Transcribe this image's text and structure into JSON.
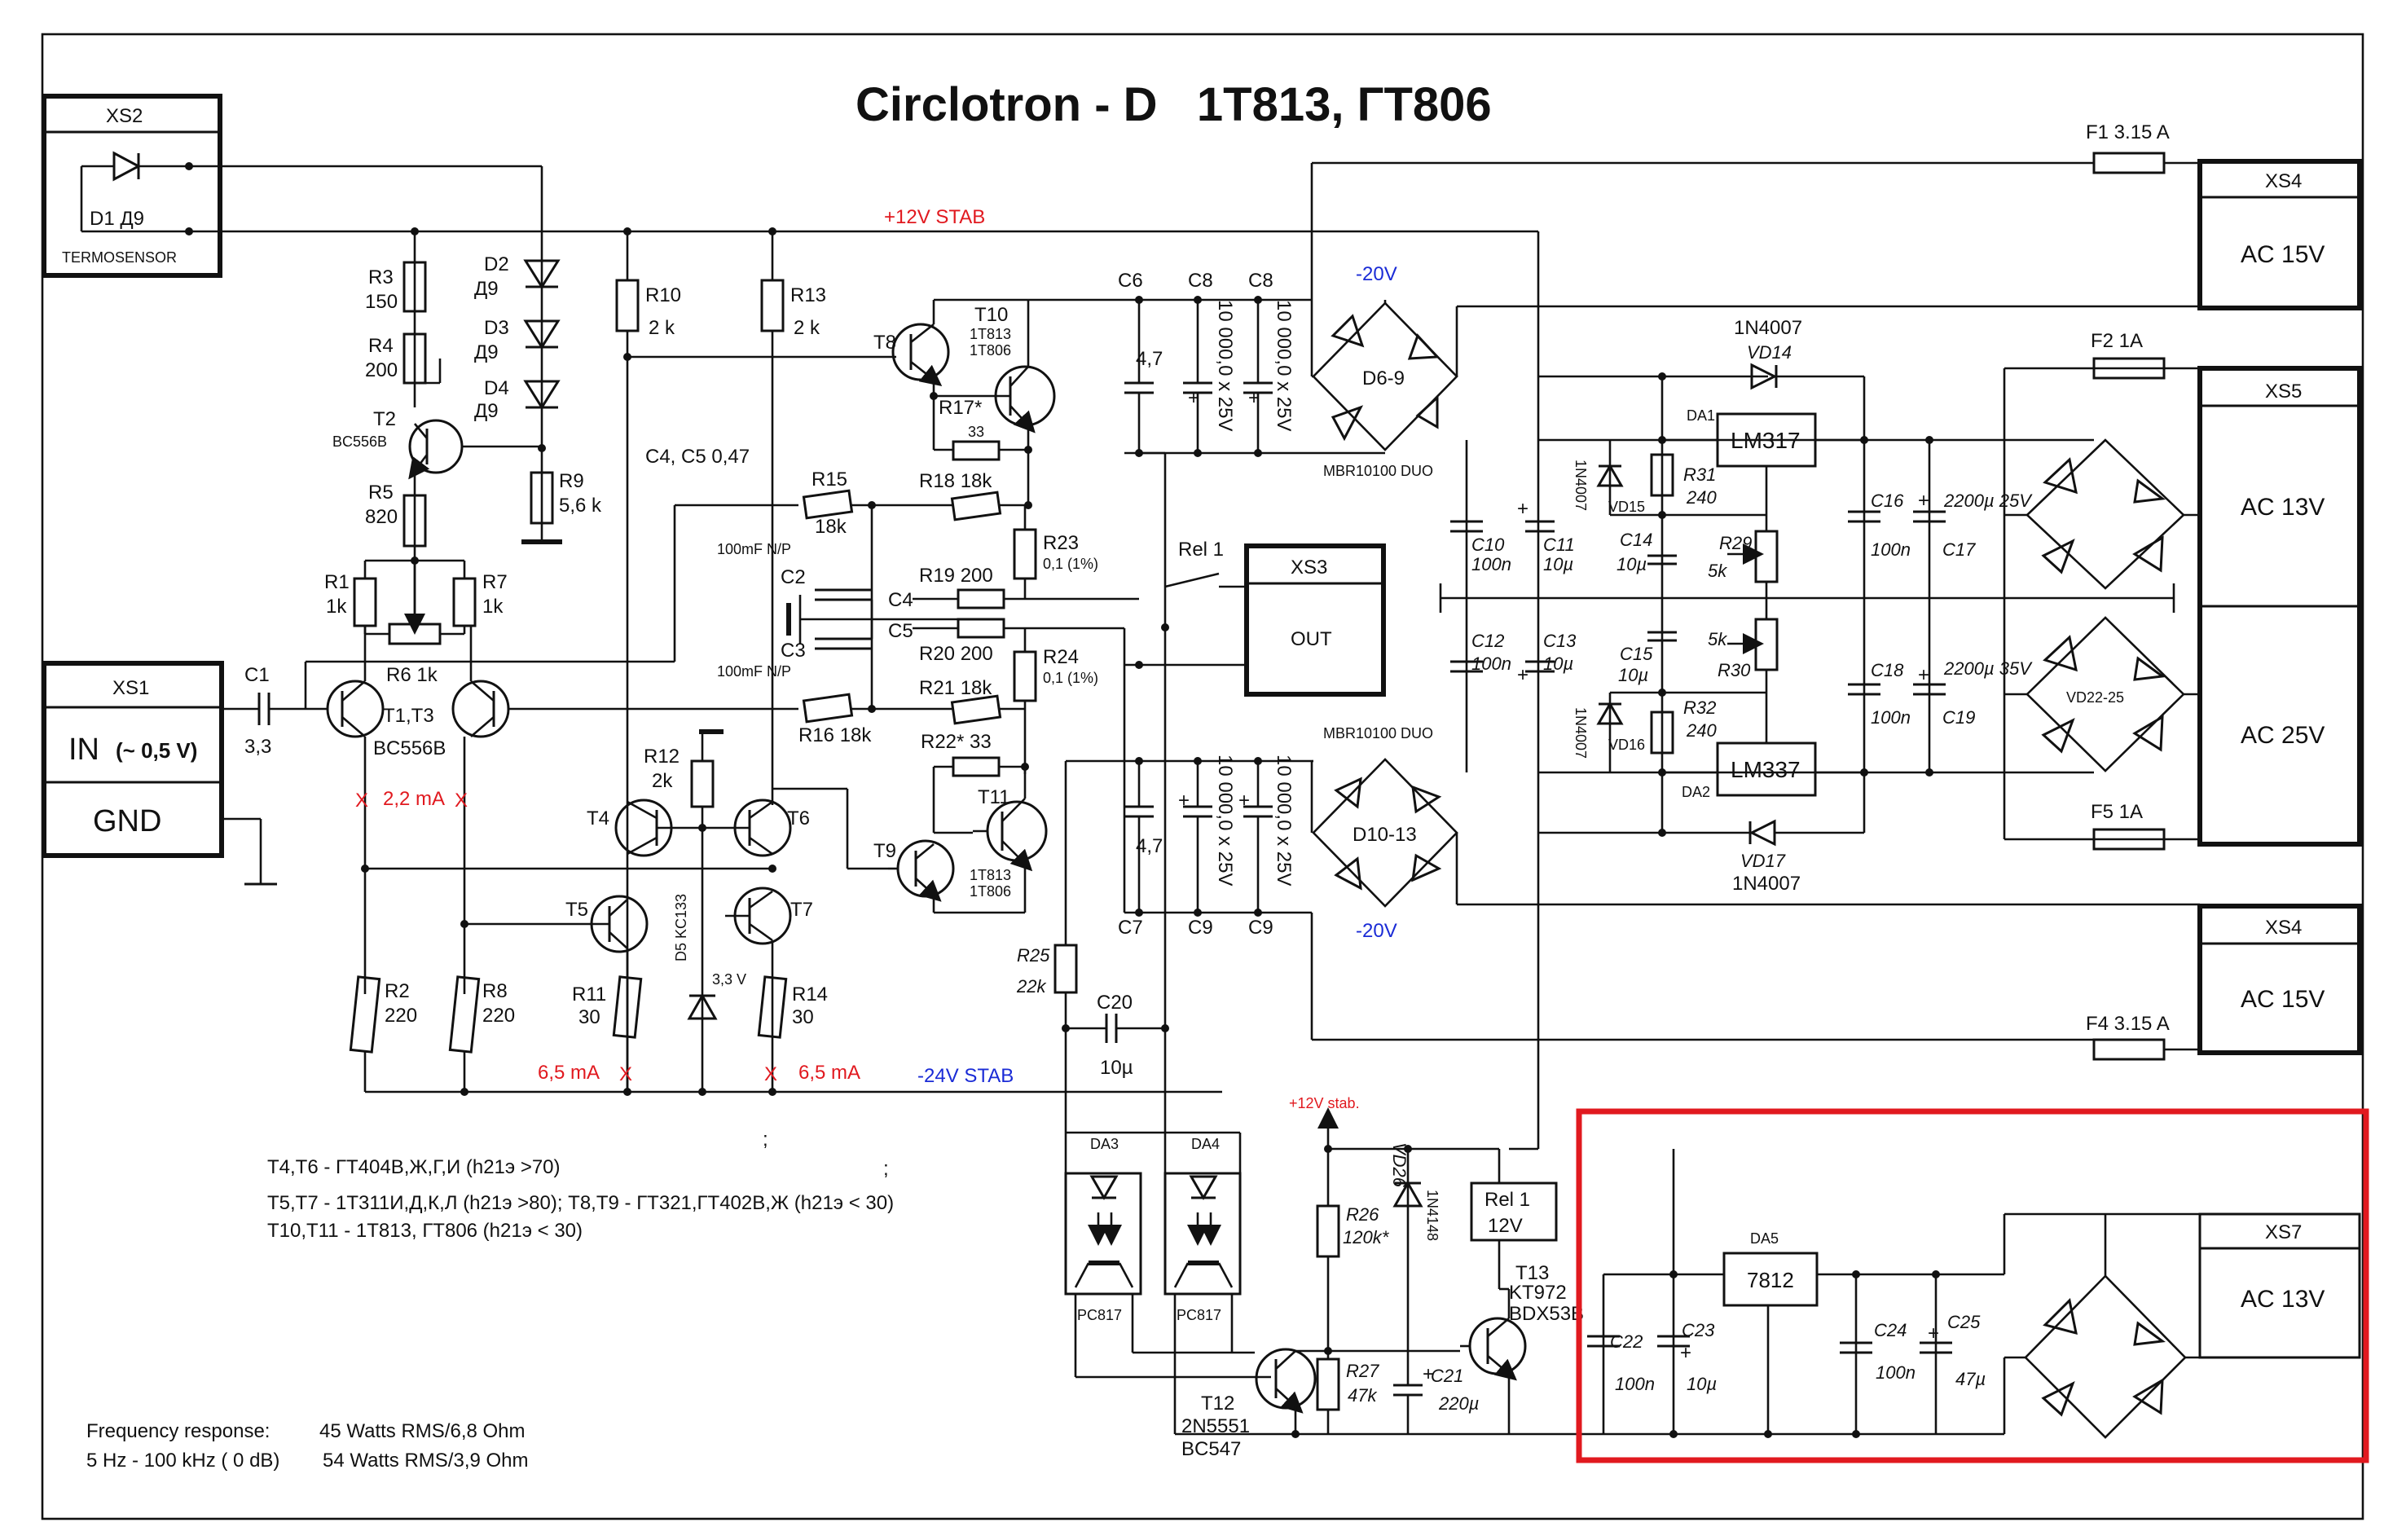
{
  "title": "Circlotron - D   1T813, ГТ806",
  "connectors": {
    "xs2": {
      "name": "XS2",
      "sub": "TERMOSENSOR",
      "d1": "D1  Д9"
    },
    "xs1": {
      "name": "XS1",
      "in": "IN",
      "in_level": "(~ 0,5 V)",
      "gnd": "GND"
    },
    "xs3": {
      "name": "XS3",
      "label": "OUT"
    },
    "xs4a": {
      "name": "XS4",
      "label": "AC 15V"
    },
    "xs5": {
      "name": "XS5",
      "label1": "AC 13V",
      "label2": "AC 25V"
    },
    "xs4b": {
      "name": "XS4",
      "label": "AC 15V"
    },
    "xs7": {
      "name": "XS7",
      "label": "AC 13V"
    }
  },
  "rails": {
    "pos12": "+12V  STAB",
    "neg24": "-24V  STAB",
    "neg20_top": "-20V",
    "neg20_bot": "-20V",
    "pos12_small": "+12V stab."
  },
  "fuses": {
    "f1": "F1  3.15 A",
    "f2": "F2    1A",
    "f5": "F5    1A",
    "f4": "F4  3.15 A"
  },
  "labels": {
    "r3": "R3",
    "r3v": "150",
    "r4": "R4",
    "r4v": "200",
    "t2": "T2",
    "t2m": "BC556B",
    "r5": "R5",
    "r5v": "820",
    "d2": "D2",
    "d2v": "Д9",
    "d3": "D3",
    "d3v": "Д9",
    "d4": "D4",
    "d4v": "Д9",
    "r9": "R9",
    "r9v": "5,6 k",
    "r10": "R10",
    "r10v": "2 k",
    "r13": "R13",
    "r13v": "2 k",
    "r1": "R1",
    "r1v": "1k",
    "r7": "R7",
    "r7v": "1k",
    "r6": "R6  1k",
    "c1": "C1",
    "c1v": "3,3",
    "t1t3": "T1,T3",
    "t1m": "BC556B",
    "ma22": "2,2 mA",
    "c4c5": "C4, C5  0,47",
    "r15": "R15",
    "r15v": "18k",
    "r18": "R18  18k",
    "r16": "R16  18k",
    "r21": "R21  18k",
    "c2": "C2",
    "c3": "C3",
    "c2v": "100mF  N/P",
    "c3v": "100mF  N/P",
    "c4": "C4",
    "c5": "C5",
    "r19": "R19  200",
    "r20": "R20  200",
    "r23": "R23",
    "r23v": "0,1 (1%)",
    "r24": "R24",
    "r24v": "0,1 (1%)",
    "t8": "T8",
    "t10": "T10",
    "t10m1": "1T813",
    "t10m2": "1T806",
    "r17": "R17*",
    "r17v": "33",
    "r22": "R22*  33",
    "t11": "T11",
    "t11m1": "1T813",
    "t11m2": "1T806",
    "t9": "T9",
    "r12": "R12",
    "r12v": "2k",
    "t4": "T4",
    "t6": "T6",
    "t5": "T5",
    "t7": "T7",
    "d5": "D5  KC133",
    "d5v": "3,3 V",
    "r2": "R2",
    "r2v": "220",
    "r8": "R8",
    "r8v": "220",
    "r11": "R11",
    "r11v": "30",
    "r14": "R14",
    "r14v": "30",
    "ma65a": "6,5 mA",
    "ma65b": "6,5 mA",
    "r25": "R25",
    "r25v": "22k",
    "c20": "C20",
    "c20v": "10µ",
    "c6": "C6",
    "c6v": "4,7",
    "c8a": "C8",
    "c8b": "C8",
    "c7": "C7",
    "c7v": "4,7",
    "c9a": "C9",
    "c9b": "C9",
    "cap10000": "10 000,0 x 25V",
    "d69": "D6-9",
    "d1013": "D10-13",
    "mbr": "MBR10100 DUO",
    "rel1": "Rel 1",
    "vd14": "VD14",
    "vd14m": "1N4007",
    "vd17": "VD17",
    "vd17m": "1N4007",
    "da1": "DA1",
    "lm317": "LM317",
    "da2": "DA2",
    "lm337": "LM337",
    "vd15": "VD15",
    "vd16": "VD16",
    "n4007": "1N4007",
    "r31": "R31",
    "r31v": "240",
    "r32": "R32",
    "r32v": "240",
    "c10": "C10",
    "c10v": "100n",
    "c11": "C11",
    "c11v": "10µ",
    "c12": "C12",
    "c12v": "100n",
    "c13": "C13",
    "c13v": "10µ",
    "c14": "C14",
    "c14v": "10µ",
    "c15": "C15",
    "c15v": "10µ",
    "r29": "R29",
    "r30": "R30",
    "r5k": "5k",
    "c16": "C16",
    "c16v": "100n",
    "c17": "C17",
    "c17v": "2200µ 25V",
    "c18": "C18",
    "c18v": "100n",
    "c19": "C19",
    "c19v": "2200µ 35V",
    "vd2225": "VD22-25",
    "da3": "DA3",
    "da4": "DA4",
    "pc817": "PC817",
    "t12": "T12",
    "t12m1": "2N5551",
    "t12m2": "BC547",
    "r26": "R26",
    "r26v": "120k*",
    "r27": "R27",
    "r27v": "47k",
    "vd26": "VD26",
    "vd26m": "1N4148",
    "c21": "C21",
    "c21v": "220µ",
    "rel1v": "12V",
    "t13": "T13",
    "t13m1": "KT972",
    "t13m2": "BDX53B",
    "da5": "DA5",
    "r7812": "7812",
    "c22": "C22",
    "c22v": "100n",
    "c23": "C23",
    "c23v": "10µ",
    "c24": "C24",
    "c24v": "100n",
    "c25": "C25",
    "c25v": "47µ"
  },
  "notes": {
    "line1": "T4,T6 - ГТ404В,Ж,Г,И  (h21э >70)",
    "line2": "T5,T7 - 1T311И,Д,К,Л (h21э >80);  T8,T9 - ГТ321,ГТ402В,Ж  (h21э  < 30)",
    "line3": "T10,T11 - 1T813, ГТ806 (h21э  < 30)",
    "semi1": ";",
    "semi2": ";",
    "freq1": "Frequency response:",
    "freq2": "5 Hz - 100 kHz ( 0 dB)",
    "pow1": "45 Watts RMS/6,8 Ohm",
    "pow2": "54 Watts RMS/3,9 Ohm"
  }
}
